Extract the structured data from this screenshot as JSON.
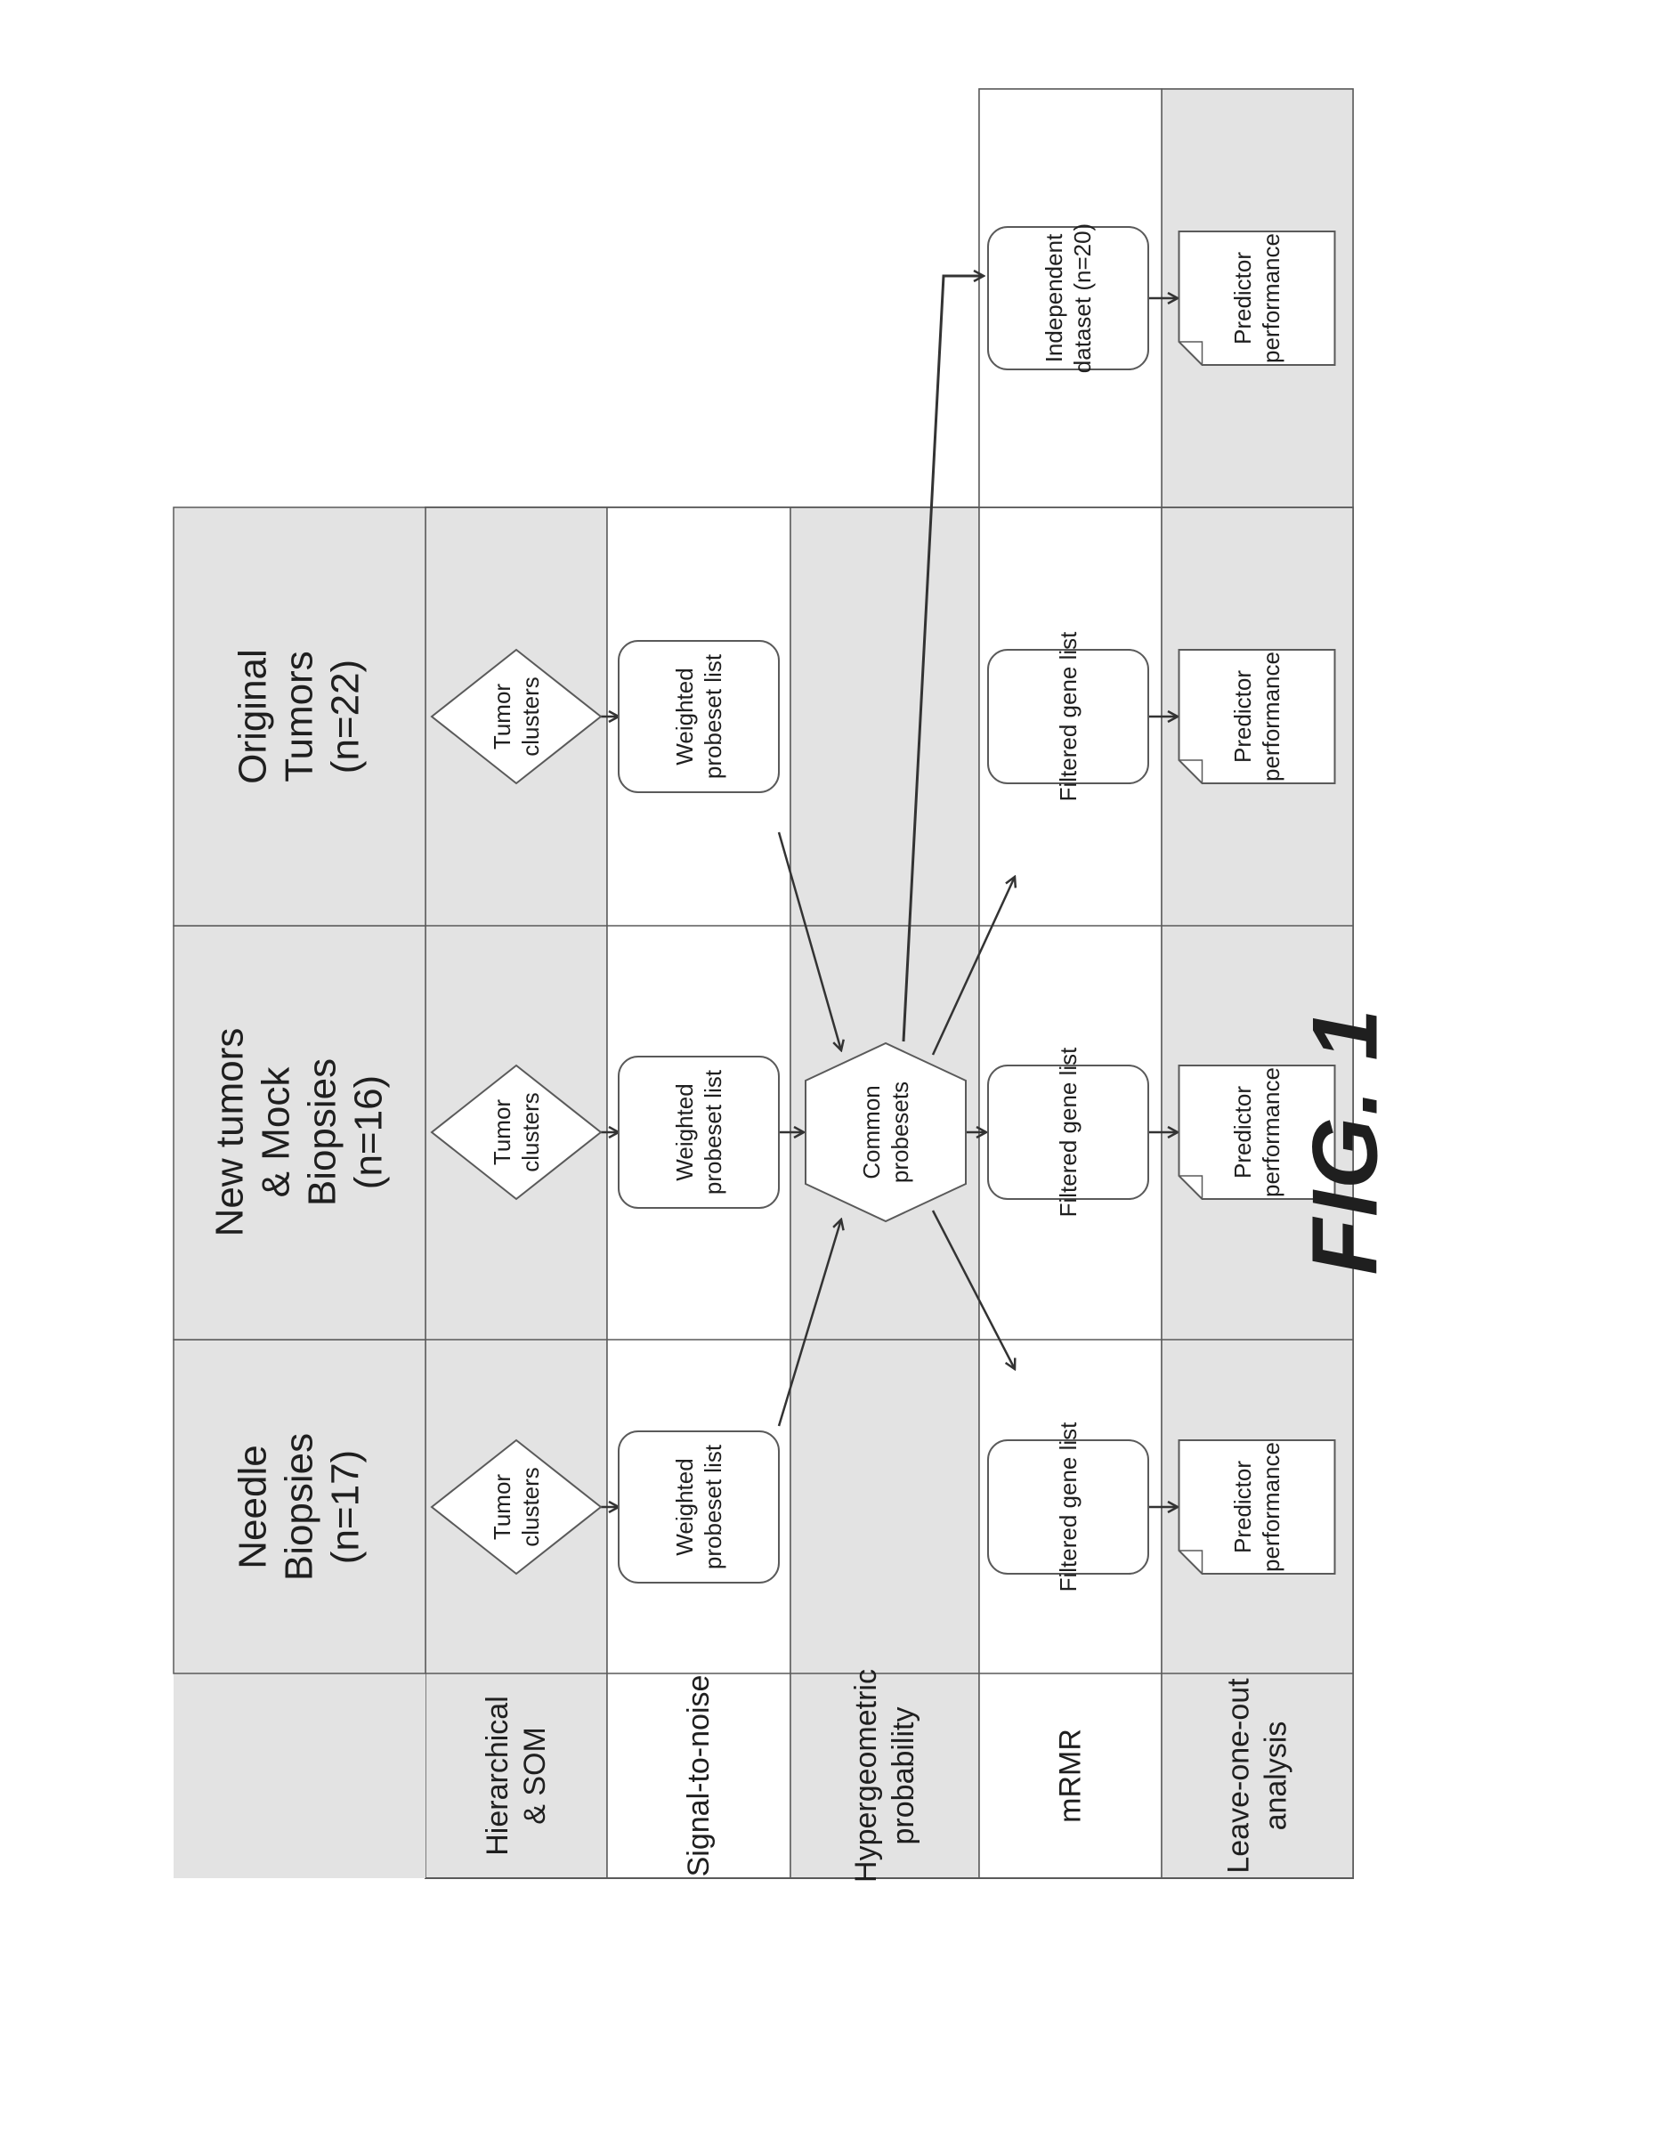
{
  "figure_label": "FIG. 1",
  "methods": [
    {
      "id": "hierarchical-som",
      "lines": [
        "Hierarchical",
        "& SOM"
      ]
    },
    {
      "id": "signal-to-noise",
      "lines": [
        "Signal-to-noise"
      ]
    },
    {
      "id": "hypergeometric",
      "lines": [
        "Hypergeometric",
        "probability"
      ]
    },
    {
      "id": "mrmr",
      "lines": [
        "mRMR"
      ]
    },
    {
      "id": "leave-one-out",
      "lines": [
        "Leave-one-out",
        "analysis"
      ]
    }
  ],
  "datasets": [
    {
      "id": "needle-biopsies",
      "lines": [
        "Needle",
        "Biopsies",
        "(n=17)"
      ]
    },
    {
      "id": "new-tumors",
      "lines": [
        "New tumors",
        "& Mock",
        "Biopsies",
        "(n=16)"
      ]
    },
    {
      "id": "original-tumors",
      "lines": [
        "Original",
        "Tumors",
        "(n=22)"
      ]
    }
  ],
  "nodes": {
    "tumor_clusters": [
      "Tumor",
      "clusters"
    ],
    "weighted_probeset": [
      "Weighted",
      "probeset list"
    ],
    "common_probesets": [
      "Common",
      "probesets"
    ],
    "filtered_gene_list": [
      "Filtered gene list"
    ],
    "predictor_performance": [
      "Predictor",
      "performance"
    ],
    "independent_dataset": [
      "Independent",
      "dataset (n=20)"
    ]
  },
  "colors": {
    "band_gray": "#e3e3e3",
    "band_white": "#ffffff",
    "node_fill": "#ffffff",
    "stroke": "#5a5a5a",
    "arrow": "#333333"
  }
}
